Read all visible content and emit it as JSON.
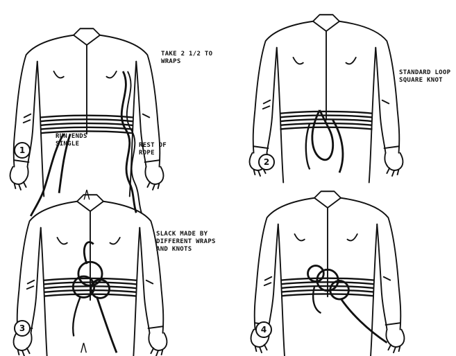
{
  "panels": [
    {
      "number": "1",
      "notes": {
        "top_right": "TAKE 2 1/2 TO\nWRAPS",
        "bottom_left": "RUN ENDS\nSINGLE",
        "bottom_right": "REST OF\nROPE"
      }
    },
    {
      "number": "2",
      "notes": {
        "right": "STANDARD LOOP\nSQUARE KNOT"
      }
    },
    {
      "number": "3",
      "notes": {
        "right": "SLACK MADE BY\nDIFFERENT WRAPS\nAND KNOTS"
      }
    },
    {
      "number": "4",
      "notes": {}
    }
  ],
  "colors": {
    "ink": "#111111",
    "paper": "#ffffff"
  }
}
